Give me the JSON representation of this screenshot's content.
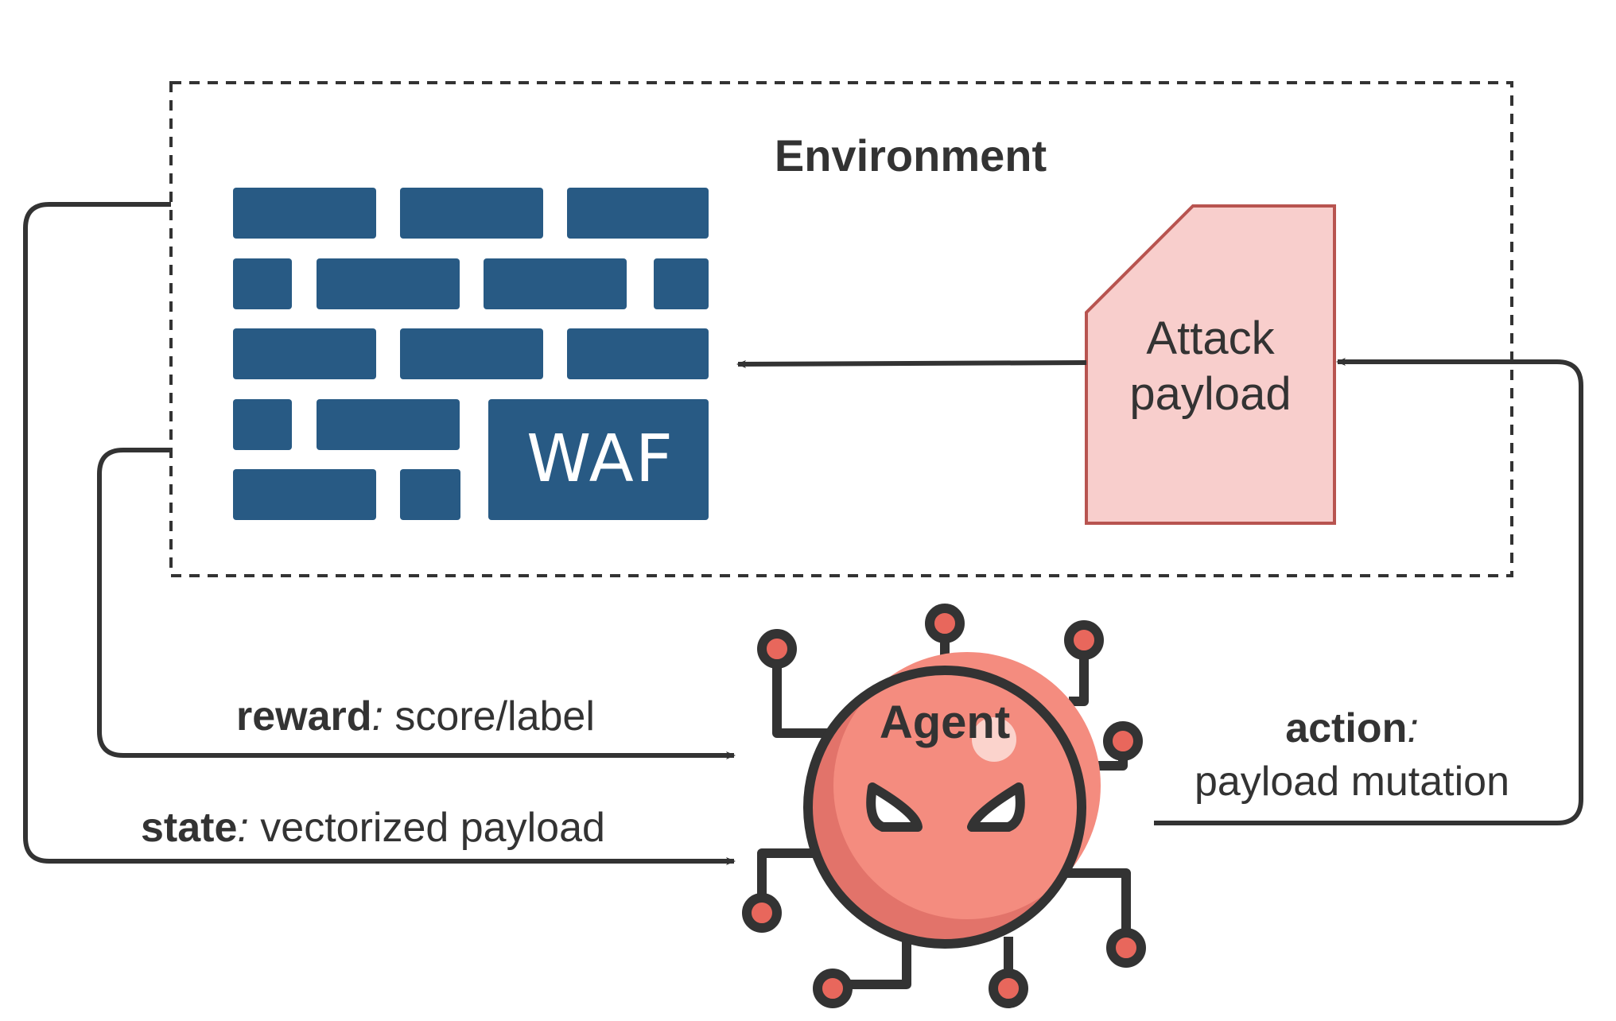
{
  "environment": {
    "title": "Environment"
  },
  "waf": {
    "label": "WAF",
    "color": "#285a84"
  },
  "payload": {
    "line1": "Attack",
    "line2": "payload",
    "fill": "#f8cecc",
    "stroke": "#b85450"
  },
  "agent": {
    "label": "Agent",
    "body_color": "#f48c7f",
    "shadow_color": "#e2736a",
    "node_color": "#e8675c"
  },
  "edges": {
    "reward": {
      "key": "reward",
      "sep": ":",
      "value": " score/label"
    },
    "state": {
      "key": "state",
      "sep": ":",
      "value": " vectorized payload"
    },
    "action": {
      "key": "action",
      "sep": ":",
      "value": "payload mutation"
    }
  },
  "colors": {
    "line": "#333333",
    "text": "#333333"
  }
}
